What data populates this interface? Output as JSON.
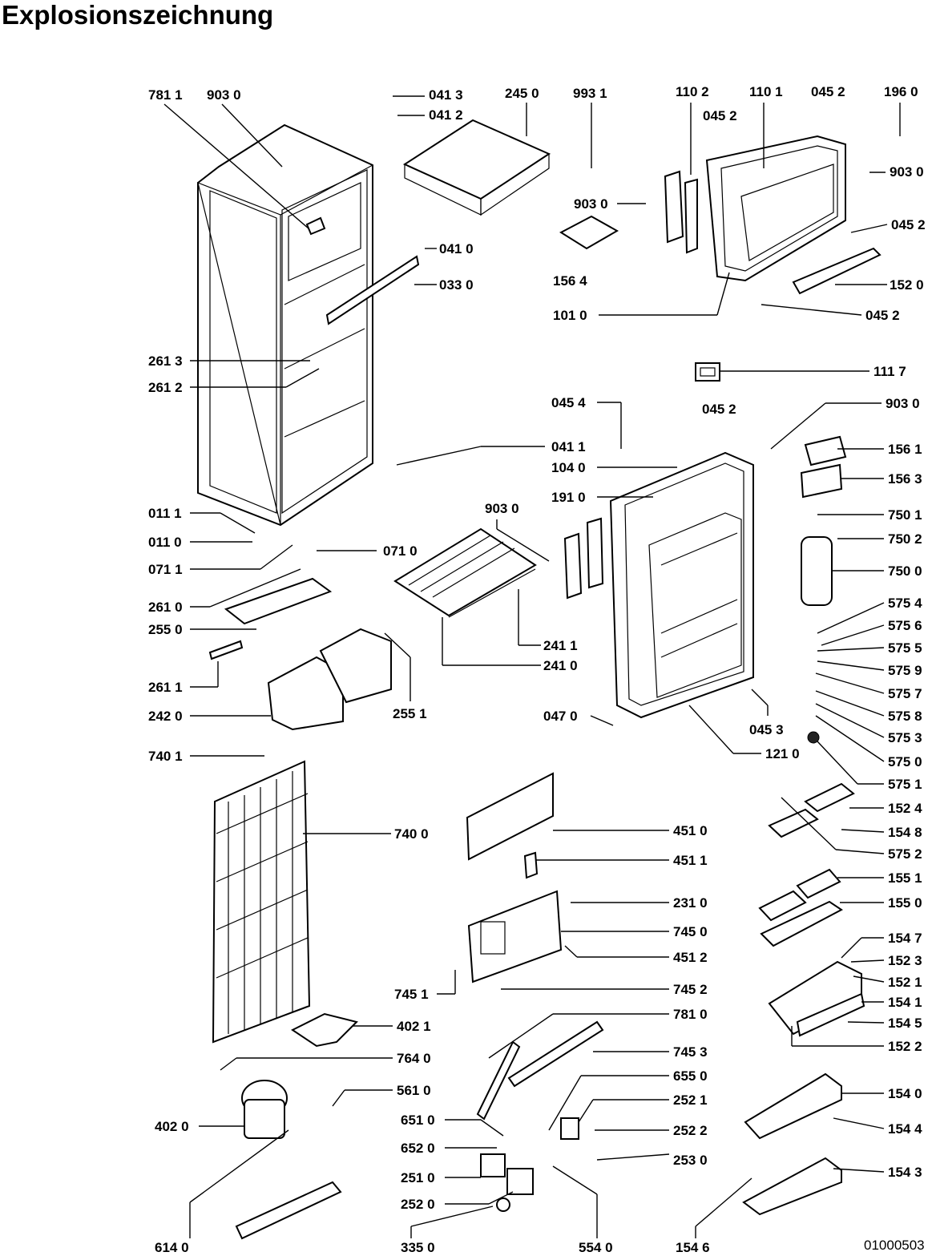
{
  "title": "Explosionszeichnung",
  "doc_id": "01000503",
  "callouts": [
    "781 1",
    "903 0",
    "041 3",
    "041 2",
    "245 0",
    "993 1",
    "110 2",
    "110 1",
    "045 2",
    "196 0",
    "045 2",
    "903 0",
    "903 0",
    "156 4",
    "045 2",
    "041 0",
    "033 0",
    "152 0",
    "101 0",
    "045 2",
    "261 3",
    "261 2",
    "111 7",
    "045 4",
    "045 2",
    "903 0",
    "041 1",
    "104 0",
    "156 1",
    "191 0",
    "156 3",
    "011 1",
    "903 0",
    "750 1",
    "011 0",
    "071 0",
    "750 2",
    "071 1",
    "750 0",
    "261 0",
    "255 0",
    "241 1",
    "575 4",
    "575 6",
    "575 5",
    "261 1",
    "241 0",
    "575 9",
    "575 7",
    "242 0",
    "255 1",
    "047 0",
    "575 8",
    "045 3",
    "575 3",
    "121 0",
    "575 0",
    "575 1",
    "740 1",
    "740 0",
    "451 0",
    "451 1",
    "152 4",
    "154 8",
    "575 2",
    "155 1",
    "231 0",
    "155 0",
    "745 0",
    "451 2",
    "154 7",
    "152 3",
    "152 1",
    "745 1",
    "745 2",
    "154 1",
    "402 1",
    "781 0",
    "154 5",
    "152 2",
    "745 3",
    "764 0",
    "655 0",
    "561 0",
    "154 0",
    "252 1",
    "651 0",
    "402 0",
    "652 0",
    "252 2",
    "154 4",
    "253 0",
    "251 0",
    "154 3",
    "252 0",
    "614 0",
    "335 0",
    "554 0",
    "154 6"
  ]
}
